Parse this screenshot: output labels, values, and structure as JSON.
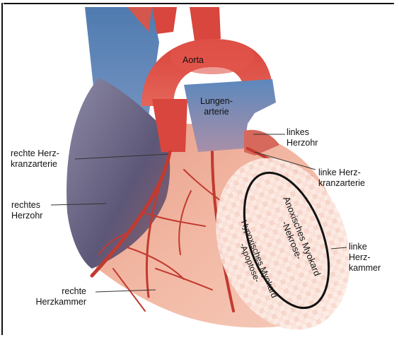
{
  "labels": {
    "aorta": "Aorta",
    "lungenarterie": "Lungen-\narterie",
    "linkes_herzohr": "linkes\nHerzohr",
    "linke_herzkranzarterie": "linke Herz-\nkranzarterie",
    "rechte_herzkranzarterie": "rechte Herz-\nkranzarterie",
    "rechtes_herzohr": "rechtes\nHerzohr",
    "linke_herzkammer": "linke\nHerz-\nkammer",
    "rechte_herzkammer": "rechte\nHerzkammer"
  },
  "zones": {
    "anoxic": "Anoxisches Myokard\n-Nekrose-",
    "hypoxic": "Hypoxisches Myokard\n-Apoptose-"
  },
  "colors": {
    "vein_blue": "#5f86b4",
    "artery_red": "#d9473e",
    "myocard_pink": "#f3b9a6",
    "right_atrium": "#6e6a8c",
    "vessel_dark": "#b7382f"
  }
}
